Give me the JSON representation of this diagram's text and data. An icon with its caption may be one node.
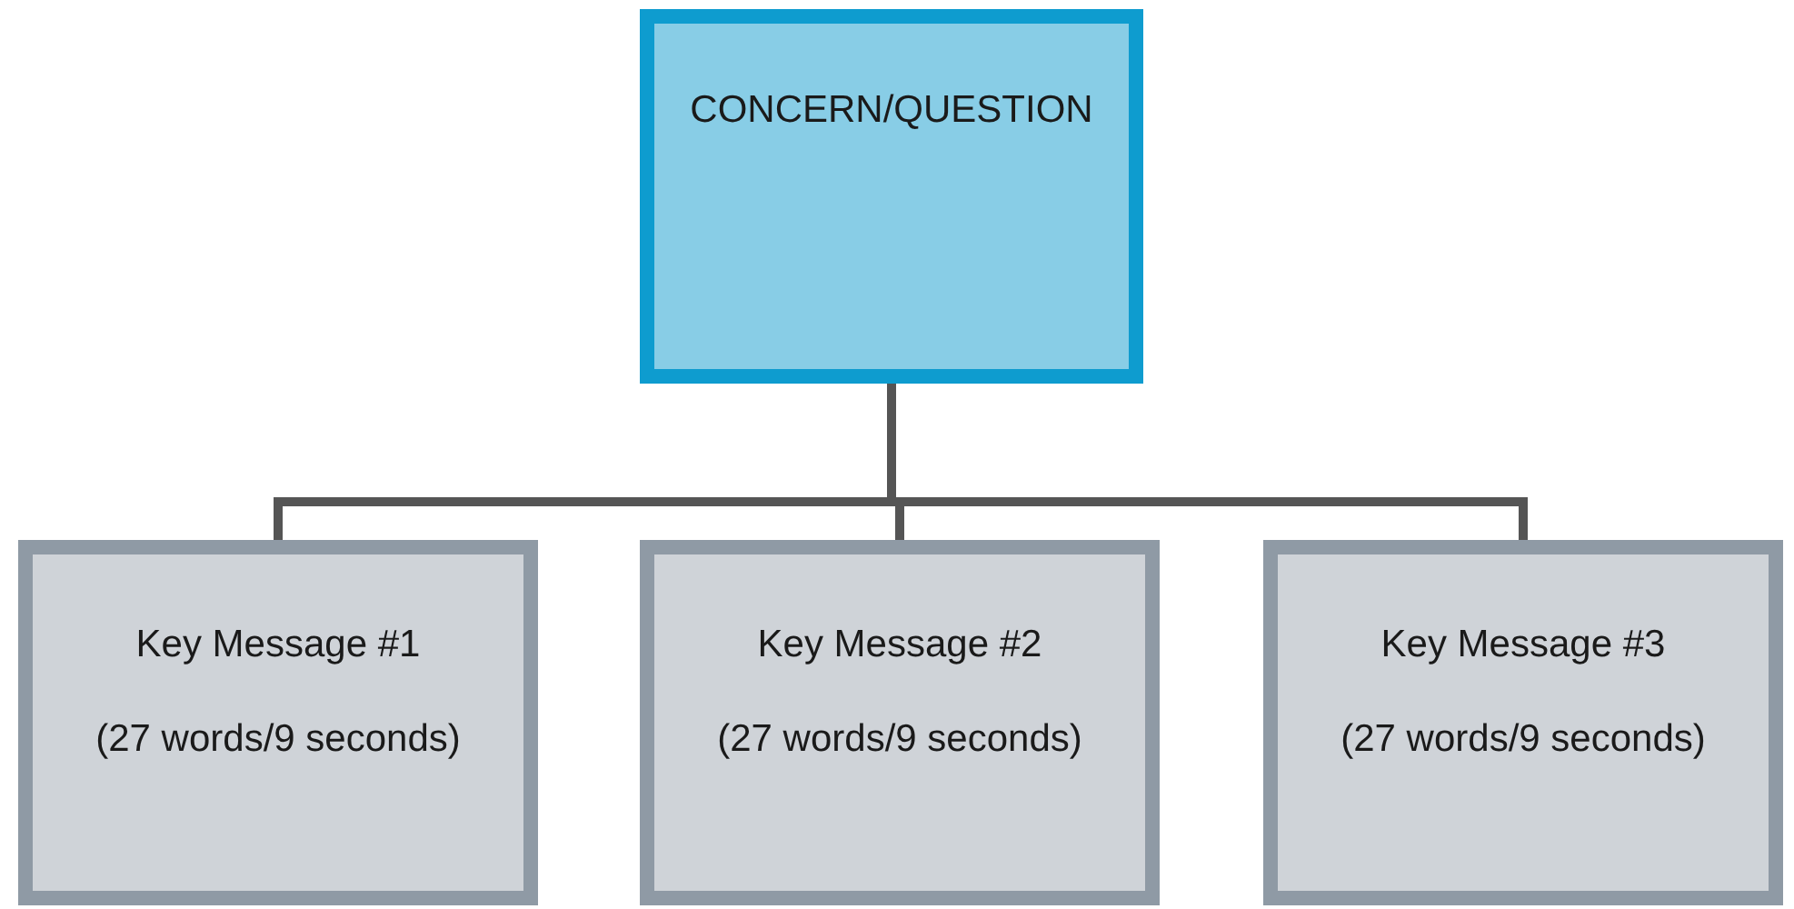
{
  "diagram": {
    "nodes": [
      {
        "text": [
          "CONCERN/QUESTION"
        ]
      },
      {
        "text": [
          "Key Message #1",
          "(27 words/9 seconds)"
        ]
      },
      {
        "text": [
          "Key Message #2",
          "(27 words/9 seconds)"
        ]
      },
      {
        "text": [
          "Key Message #3",
          "(27 words/9 seconds)"
        ]
      }
    ],
    "edges": [
      {
        "from": 0,
        "to": 1,
        "arrow": "none"
      },
      {
        "from": 0,
        "to": 2,
        "arrow": "none"
      },
      {
        "from": 0,
        "to": 3,
        "arrow": "none"
      }
    ]
  }
}
